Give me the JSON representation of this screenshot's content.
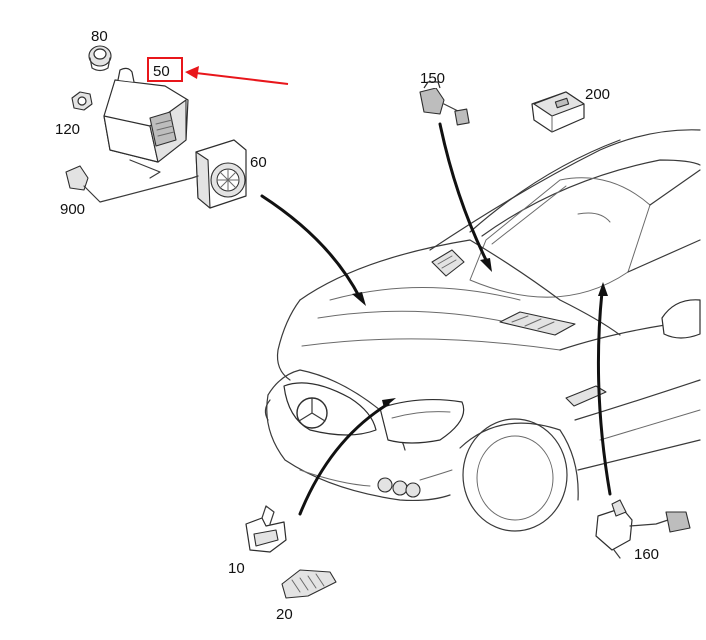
{
  "diagram": {
    "highlight_color": "#e8161b",
    "callouts": {
      "p80": "80",
      "p50": "50",
      "p120": "120",
      "p60": "60",
      "p900": "900",
      "p150": "150",
      "p200": "200",
      "p10": "10",
      "p20": "20",
      "p160": "160"
    }
  }
}
